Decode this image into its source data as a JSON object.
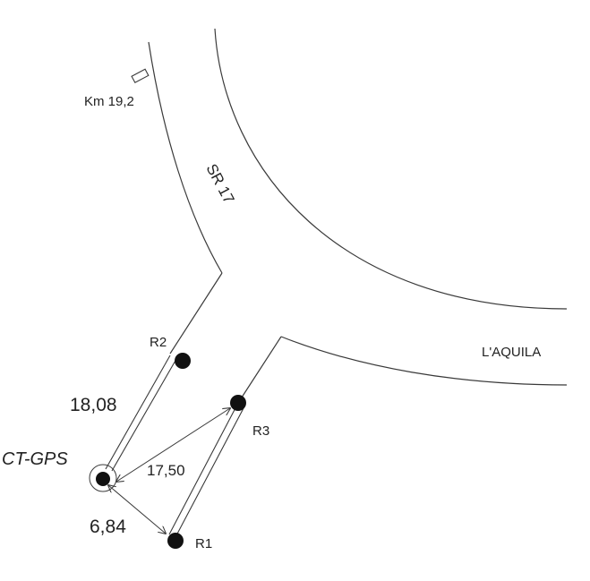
{
  "labels": {
    "km_marker": "Km 19,2",
    "road_name": "SR 17",
    "direction": "L'AQUILA",
    "station": "CT-GPS",
    "r1": "R1",
    "r2": "R2",
    "r3": "R3",
    "dist_r2": "18,08",
    "dist_r3": "17,50",
    "dist_r1": "6,84"
  },
  "colors": {
    "line": "#3a3a3a",
    "point": "#111111",
    "text": "#222222",
    "background": "#ffffff"
  }
}
